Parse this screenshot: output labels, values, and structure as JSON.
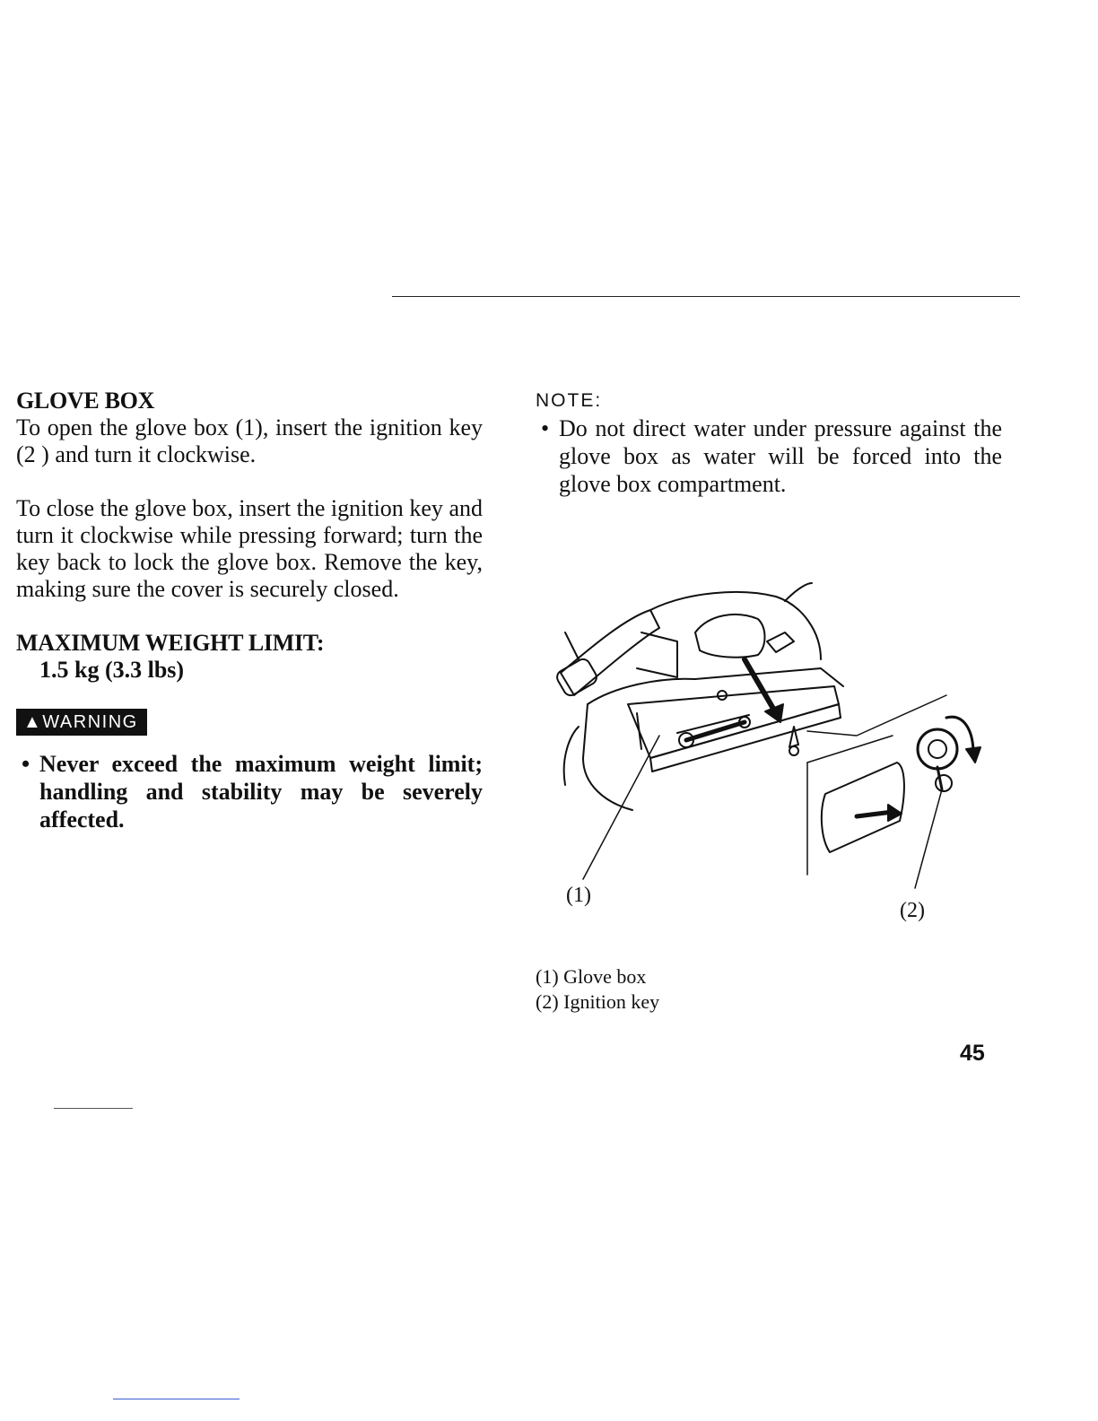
{
  "left": {
    "heading": "GLOVE BOX",
    "para1": "To open the glove box (1), insert the ignition key (2 ) and turn it clockwise.",
    "para2": "To close the glove box, insert the ignition key and turn it clockwise while pressing forward; turn the key back to lock the glove box. Remove the key, making sure the cover is securely closed.",
    "weight_heading": "MAXIMUM WEIGHT LIMIT:",
    "weight_value": "1.5 kg (3.3 lbs)",
    "warning_label": "WARNING",
    "warning_item": "Never exceed the maximum weight limit; handling and stability may be severely affected."
  },
  "right": {
    "note_label": "NOTE:",
    "note_item": "Do not direct water under pressure against the glove box as water will be forced into the glove box compartment."
  },
  "figure": {
    "callout_1": "(1)",
    "callout_2": "(2)"
  },
  "captions": {
    "item1": "(1) Glove box",
    "item2": "(2) Ignition key"
  },
  "bullet_symbol": "•",
  "page_number": "45"
}
